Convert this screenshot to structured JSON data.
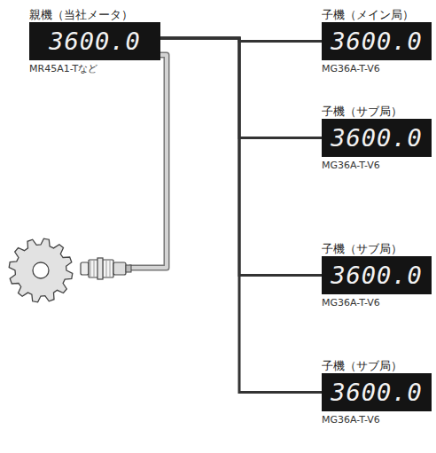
{
  "diagram": {
    "nodes": [
      {
        "text": [
          "親機（当社メータ）",
          "3600.0",
          "MR45A1-Tなど"
        ]
      },
      {
        "text": [
          "子機（メイン局）",
          "3600.0",
          "MG36A-T-V6"
        ]
      },
      {
        "text": [
          "子機（サブ局）",
          "3600.0",
          "MG36A-T-V6"
        ]
      },
      {
        "text": [
          "子機（サブ局）",
          "3600.0",
          "MG36A-T-V6"
        ]
      },
      {
        "text": [
          "子機（サブ局）",
          "3600.0",
          "MG36A-T-V6"
        ]
      }
    ],
    "edges": [
      {
        "from": 0,
        "to": 1,
        "arrow": "none"
      },
      {
        "from": 0,
        "to": 2,
        "arrow": "none"
      },
      {
        "from": 0,
        "to": 3,
        "arrow": "none"
      },
      {
        "from": 0,
        "to": 4,
        "arrow": "none"
      }
    ]
  }
}
